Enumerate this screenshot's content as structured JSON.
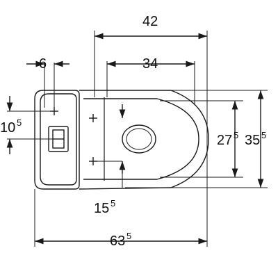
{
  "drawing": {
    "stroke_color": "#1a1a1a",
    "dimensions": {
      "overall_outlet_span": "42",
      "seat_span": "34",
      "tank_offset": "6",
      "tank_height_main": "10",
      "tank_height_sup": "5",
      "mount_width_main": "27",
      "mount_width_sup": "5",
      "overall_width_main": "35",
      "overall_width_sup": "5",
      "seat_offset_main": "15",
      "seat_offset_sup": "5",
      "overall_length_main": "63",
      "overall_length_sup": "5"
    }
  }
}
